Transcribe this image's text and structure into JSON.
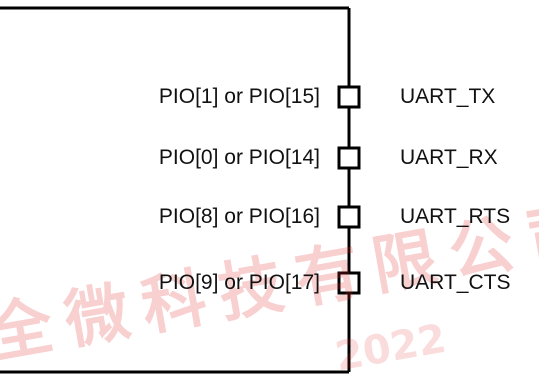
{
  "pins": [
    {
      "left_label": "PIO[1] or PIO[15]",
      "right_label": "UART_TX"
    },
    {
      "left_label": "PIO[0] or PIO[14]",
      "right_label": "UART_RX"
    },
    {
      "left_label": "PIO[8] or PIO[16]",
      "right_label": "UART_RTS"
    },
    {
      "left_label": "PIO[9] or PIO[17]",
      "right_label": "UART_CTS"
    }
  ],
  "watermark": {
    "text": "全微科技有限公司",
    "sub": "2022"
  },
  "colors": {
    "line": "#000000",
    "text": "#111111",
    "watermark": "#e12828"
  }
}
